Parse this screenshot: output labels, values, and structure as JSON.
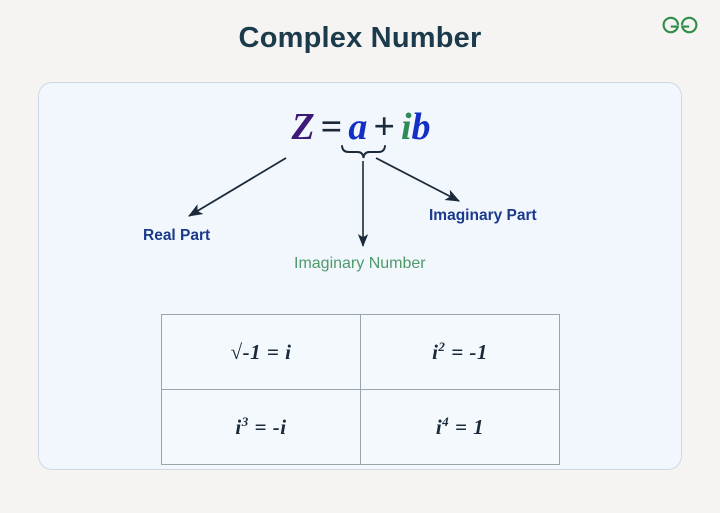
{
  "page": {
    "title": "Complex Number",
    "background_color": "#f5f4f3",
    "title_color": "#1b3a4b"
  },
  "brand": {
    "logo_name": "geeksforgeeks-logo",
    "logo_color": "#2f8d46"
  },
  "card": {
    "background_color": "#f1f7fd",
    "border_color": "#cfd8e0"
  },
  "formula": {
    "z": "Z",
    "equals": "=",
    "a": "a",
    "plus": "+",
    "i": "i",
    "b": "b",
    "colors": {
      "z": "#3d1a78",
      "equals": "#1b2a3a",
      "a": "#1430c4",
      "plus": "#1b2a3a",
      "i": "#2e8b57",
      "b": "#1430c4"
    }
  },
  "labels": {
    "real_part": "Real Part",
    "imaginary_number": "Imaginary Number",
    "imaginary_part": "Imaginary Part",
    "colors": {
      "real_part": "#1b3a8c",
      "imaginary_number": "#4f9a6a",
      "imaginary_part": "#1b3a8c"
    }
  },
  "annotations": {
    "brace_name": "underbrace-over-ib",
    "arrow_real": "arrow-to-real-part",
    "arrow_imaginary_number": "arrow-to-imaginary-number",
    "arrow_imaginary_part": "arrow-to-imaginary-part"
  },
  "identities": {
    "rows": [
      [
        {
          "expr": "√-1 = i",
          "radical": "√",
          "base": "-1 ",
          "rel": "= i"
        },
        {
          "expr": "i² = -1",
          "base": "i",
          "exp": "2",
          "rel": " = -1"
        }
      ],
      [
        {
          "expr": "i³ = -i",
          "base": "i",
          "exp": "3",
          "rel": " = -i"
        },
        {
          "expr": "i⁴ = 1",
          "base": "i",
          "exp": "4",
          "rel": " = 1"
        }
      ]
    ],
    "border_color": "#9aa5ad",
    "cell_background": "#f4f9fd",
    "text_color": "#1b2a3a"
  }
}
